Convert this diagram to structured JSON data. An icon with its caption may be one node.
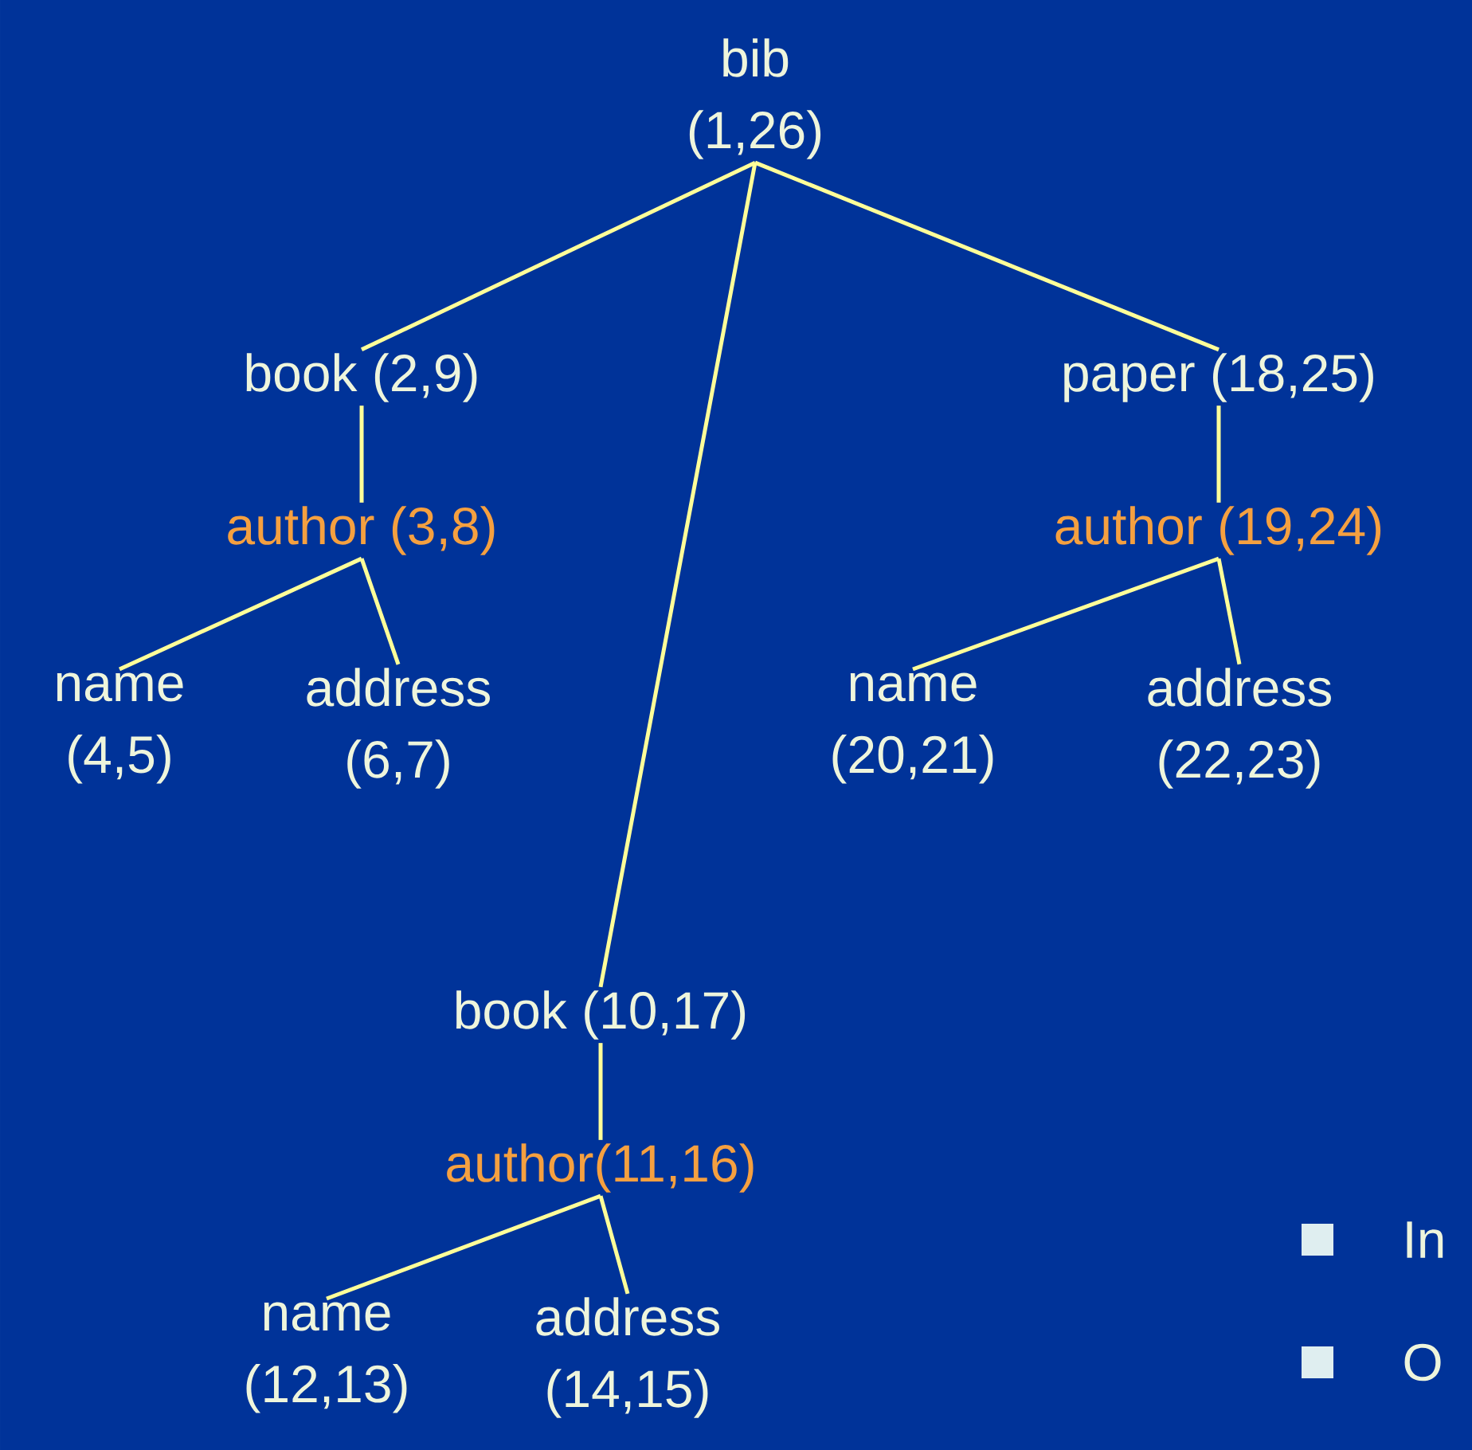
{
  "diagram": {
    "nodes": [
      {
        "text": [
          "bib (1,26)"
        ]
      },
      {
        "text": [
          "book (2,9)"
        ]
      },
      {
        "text": [
          "paper (18,25)"
        ]
      },
      {
        "text": [
          "author (3,8)"
        ]
      },
      {
        "text": [
          "author (19,24)"
        ]
      },
      {
        "text": [
          "name (4,5)"
        ]
      },
      {
        "text": [
          "address (6,7)"
        ]
      },
      {
        "text": [
          "name (20,21)"
        ]
      },
      {
        "text": [
          "address (22,23)"
        ]
      },
      {
        "text": [
          "book (10,17)"
        ]
      },
      {
        "text": [
          "author(11,16)"
        ]
      },
      {
        "text": [
          "name (12,13)"
        ]
      },
      {
        "text": [
          "address (14,15)"
        ]
      }
    ],
    "edges": [
      {
        "from": 0,
        "to": 1,
        "arrow": "none"
      },
      {
        "from": 0,
        "to": 9,
        "arrow": "none"
      },
      {
        "from": 0,
        "to": 2,
        "arrow": "none"
      },
      {
        "from": 1,
        "to": 3,
        "arrow": "none"
      },
      {
        "from": 3,
        "to": 5,
        "arrow": "none"
      },
      {
        "from": 3,
        "to": 6,
        "arrow": "none"
      },
      {
        "from": 2,
        "to": 4,
        "arrow": "none"
      },
      {
        "from": 4,
        "to": 7,
        "arrow": "none"
      },
      {
        "from": 4,
        "to": 8,
        "arrow": "none"
      },
      {
        "from": 9,
        "to": 10,
        "arrow": "none"
      },
      {
        "from": 10,
        "to": 11,
        "arrow": "none"
      },
      {
        "from": 10,
        "to": 12,
        "arrow": "none"
      }
    ],
    "labels": [
      "In",
      "O"
    ]
  }
}
